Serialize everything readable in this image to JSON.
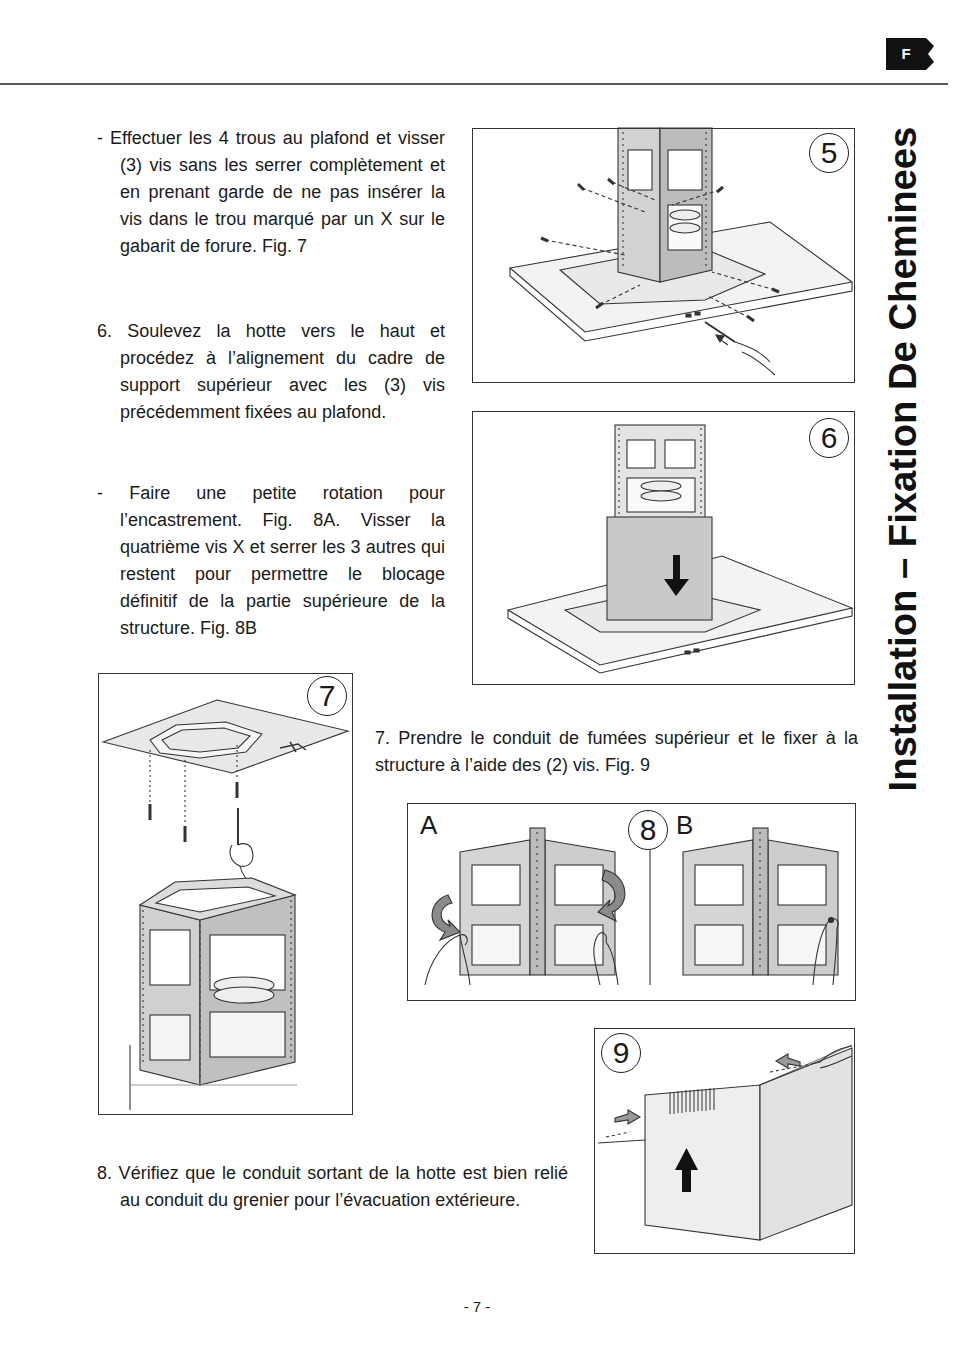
{
  "diagram": {
    "title": "Installation – Fixation De Cheminees",
    "nodes": [
      {
        "text": [
          "5"
        ]
      },
      {
        "text": [
          "6"
        ]
      },
      {
        "text": [
          "7"
        ]
      },
      {
        "text": [
          "A",
          "8",
          "B"
        ]
      },
      {
        "text": [
          "9"
        ]
      }
    ],
    "labels": [
      "F",
      "- Effectuer les 4 trous au plafond et visser (3) vis sans les serrer complètement et en prenant garde de ne pas insérer la vis dans le trou marqué par un X sur le gabarit de forure. Fig. 7",
      "6. Soulevez la hotte vers le haut et procédez à l’alignement du cadre de support supérieur avec les (3) vis précédemment fixées au plafond.",
      "- Faire une petite rotation pour l’encastrement. Fig. 8A. Visser la quatrième vis X et serrer les 3 autres qui restent pour permettre le blocage définitif de la partie supérieure de la structure. Fig. 8B",
      "7. Prendre le conduit de fumées supérieur et le fixer à la structure à l’aide des (2) vis. Fig. 9",
      "8. Vérifiez que le conduit sortant de la hotte est bien relié au conduit du grenier pour l’évacuation extérieure.",
      "- 7 -"
    ]
  }
}
